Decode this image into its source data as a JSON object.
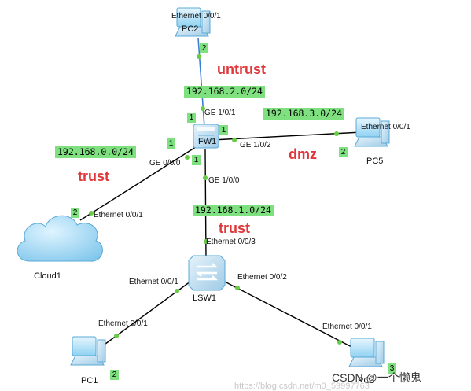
{
  "zones": {
    "untrust": "untrust",
    "dmz": "dmz",
    "trust_left": "trust",
    "trust_center": "trust"
  },
  "subnets": {
    "net2": "192.168.2.0/24",
    "net3": "192.168.3.0/24",
    "net0": "192.168.0.0/24",
    "net1": "192.168.1.0/24"
  },
  "devices": {
    "pc2": "PC2",
    "fw1": "FW1",
    "pc5": "PC5",
    "cloud1": "Cloud1",
    "lsw1": "LSW1",
    "pc1": "PC1",
    "pc3": "PC3"
  },
  "interfaces": {
    "pc2_eth": "Ethernet 0/0/1",
    "fw_ge101": "GE 1/0/1",
    "fw_ge102": "GE 1/0/2",
    "fw_ge000": "GE 0/0/0",
    "fw_ge100": "GE 1/0/0",
    "pc5_eth": "Ethernet 0/0/1",
    "cloud_eth": "Ethernet 0/0/1",
    "sw_eth003": "Ethernet 0/0/3",
    "sw_eth001": "Ethernet 0/0/1",
    "sw_eth002": "Ethernet 0/0/2",
    "pc1_eth": "Ethernet 0/0/1",
    "pc3_eth": "Ethernet 0/0/1"
  },
  "badges": {
    "pc2": "2",
    "fw_top": "1",
    "fw_right": "1",
    "fw_left": "1",
    "fw_bottom": "1",
    "pc5": "2",
    "cloud": "2",
    "pc1": "2",
    "pc3": "3"
  },
  "watermark": {
    "main": "CSDN @一个懒鬼",
    "url": "https://blog.csdn.net/m0_59997763"
  },
  "colors": {
    "zone": "#e0383a",
    "subnet_bg": "#7fe07f",
    "link": "#000000",
    "link_blue": "#3a7fd5",
    "port_dot": "#66cc44"
  }
}
